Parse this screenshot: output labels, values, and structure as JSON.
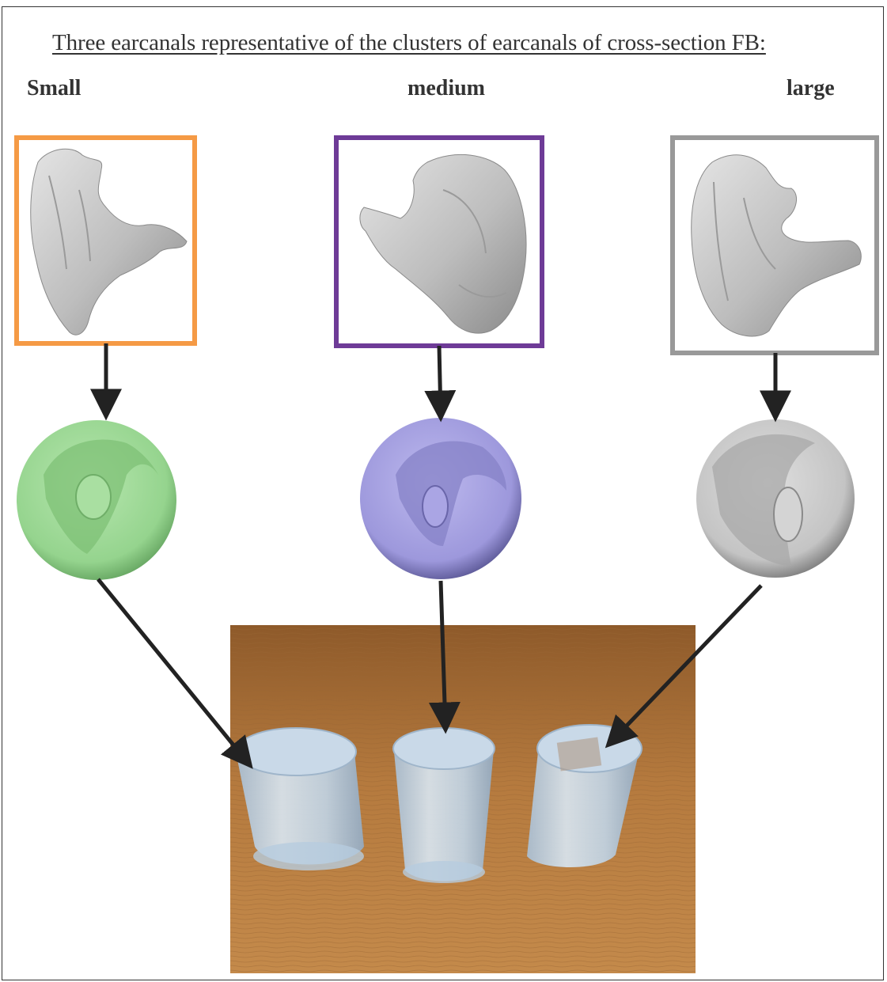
{
  "title": "Three earcanals representative of the clusters of earcanals of cross-section FB:",
  "categories": [
    {
      "label": "Small",
      "color": "#f59a45",
      "mold_color": "#95d48e"
    },
    {
      "label": "medium",
      "color": "#6e3b97",
      "mold_color": "#9d98dc"
    },
    {
      "label": "large",
      "color": "#999999",
      "mold_color": "#c4c4c4"
    }
  ],
  "photo": {
    "subject": "three transparent cast cylinders on a wooden table"
  }
}
